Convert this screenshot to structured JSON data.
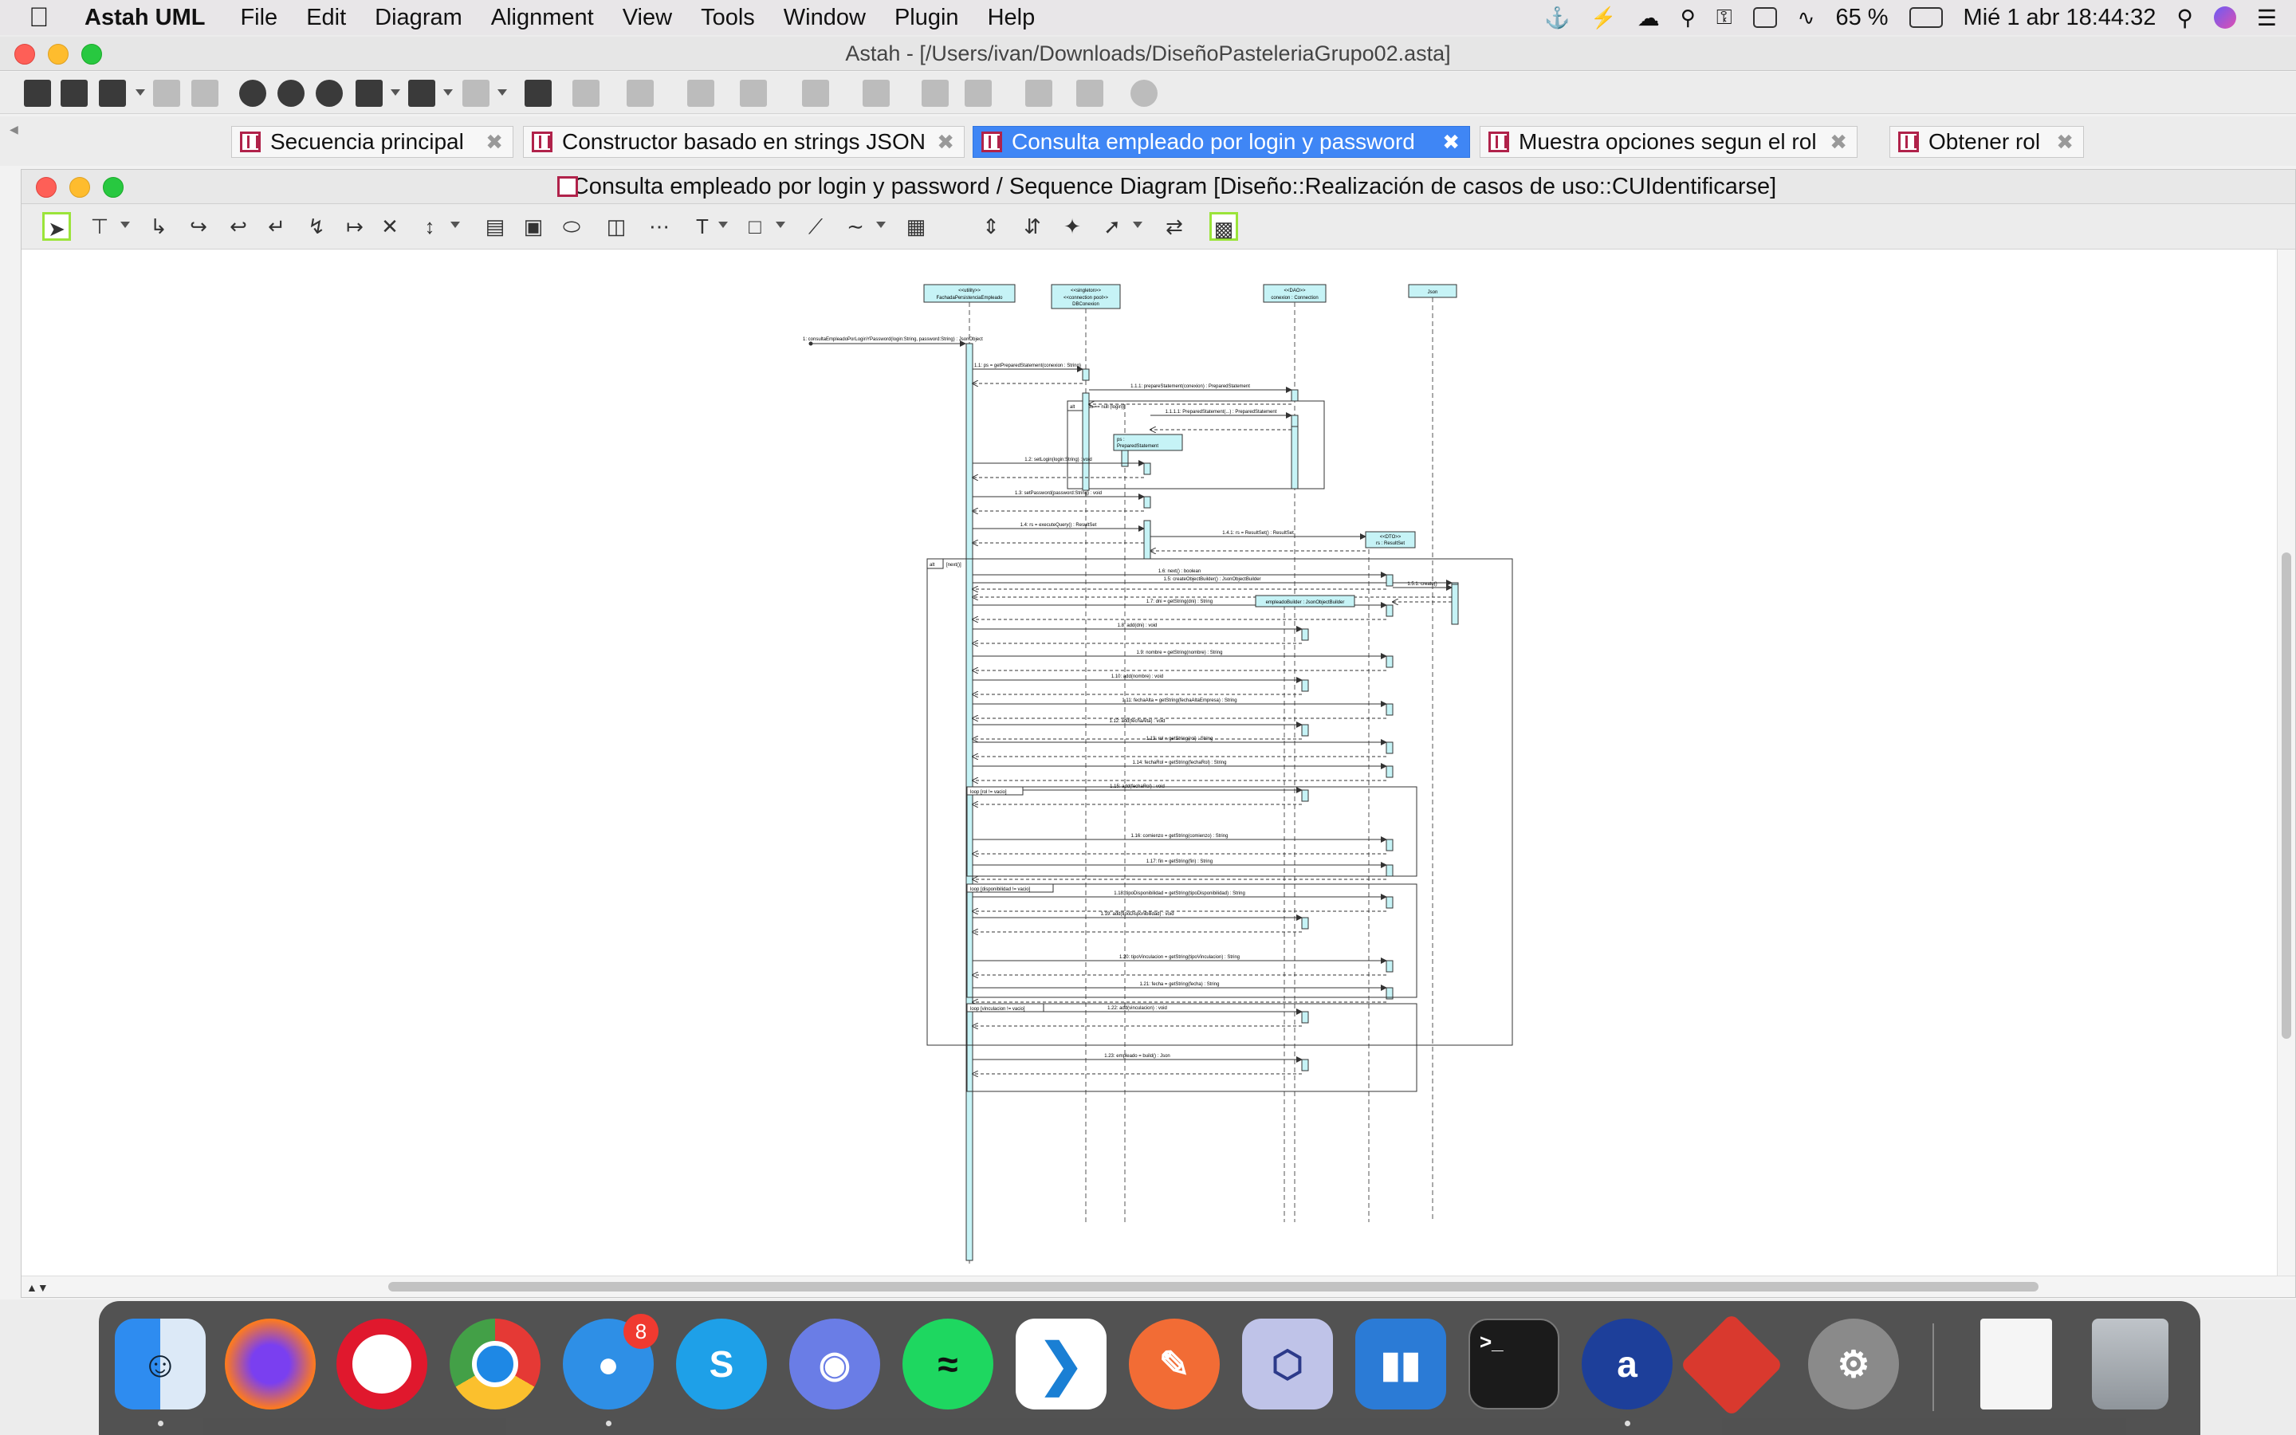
{
  "menubar": {
    "app_name": "Astah UML",
    "items": [
      "File",
      "Edit",
      "Diagram",
      "Alignment",
      "View",
      "Tools",
      "Window",
      "Plugin",
      "Help"
    ],
    "battery": "65 %",
    "datetime": "Mié 1 abr  18:44:32"
  },
  "window": {
    "title": "Astah - [/Users/ivan/Downloads/DiseñoPasteleriaGrupo02.asta]"
  },
  "tabs": [
    {
      "label": "Secuencia principal",
      "active": false
    },
    {
      "label": "Constructor basado en strings JSON",
      "active": false
    },
    {
      "label": "Consulta empleado por login y password",
      "active": true
    },
    {
      "label": "Muestra opciones segun el rol",
      "active": false
    },
    {
      "label": "Obtener rol",
      "active": false
    }
  ],
  "diagram": {
    "title": "Consulta empleado por login y password / Sequence Diagram [Diseño::Realización de casos de uso::CUIdentificarse]",
    "lifelines": [
      {
        "stereotype": "<<utility>>",
        "name": "FachadaPersistenciaEmpleado"
      },
      {
        "stereotype": "<<singleton>>",
        "name": "<<connection pool>>\nDBConexion"
      },
      {
        "stereotype": "<<DAO>>",
        "name": "conexion : Connection"
      },
      {
        "stereotype": "",
        "name": "Json"
      }
    ],
    "entry_message": "1: consultaEmpleadoPorLoginYPassword(login:String, password:String) : JsonObject",
    "messages": [
      "1.1: ps = getPreparedStatement(conexion : String)",
      "1.1.1: prepareStatement(conexion) : PreparedStatement",
      "1.1.1.1: PreparedStatement(...) : PreparedStatement",
      "1.2: setLogin(login:String) : void",
      "1.3: setPassword(password:String) : void",
      "1.4: rs = executeQuery() : ResultSet",
      "1.4.1: rs = ResultSet() : ResultSet",
      "1.5: createObjectBuilder() : JsonObjectBuilder",
      "1.5.1: create()",
      "1.6: next() : boolean",
      "1.7: dni = getString(dni) : String",
      "1.8: add(dni) : void",
      "1.9: nombre = getString(nombre) : String",
      "1.10: add(nombre) : void",
      "1.11: fechaAlta = getString(fechaAltaEmpresa) : String",
      "1.12: add(fechaAlta) : void",
      "1.13: rol = getString(rol) : String",
      "1.14: fechaRol = getString(fechaRol) : String",
      "1.15: add(fechaRol) : void",
      "1.16: comienzo = getString(comienzo) : String",
      "1.17: fin = getString(fin) : String",
      "1.18: tipoDisponibilidad = getString(tipoDisponibilidad) : String",
      "1.19: add(tipoDisponibilidad) : void",
      "1.20: tipoVinculacion = getString(tipoVinculacion) : String",
      "1.21: fecha = getString(fecha) : String",
      "1.22: add(vinculacion) : void",
      "1.23: empleado = build() : Json"
    ],
    "fragments": {
      "alt_label": "alt",
      "alt_guard": "[ps == null (login)]",
      "opt_label": "alt",
      "opt_guard": "[next()]",
      "loop1": "loop [rol != vacio]",
      "loop2": "loop [disponibilidad != vacio]",
      "loop3": "loop [vinculacion != vacio]"
    },
    "created_objects": {
      "ps": "ps : PreparedStatement",
      "rs": "<<DTO>>\nrs : ResultSet",
      "builder": "empleadoBuilder : JsonObjectBuilder"
    }
  },
  "dock": {
    "apps": [
      "Finder",
      "Firefox",
      "Opera",
      "Chrome",
      "Tweetbot",
      "Skype",
      "Discord",
      "Spotify",
      "VS Code",
      "Postman",
      "Virtual Box",
      "Trello",
      "Terminal",
      "Astah",
      "Git",
      "System Preferences",
      "Document",
      "Trash"
    ],
    "tweetbot_badge": "8"
  },
  "colors": {
    "accent": "#3f86f5",
    "lifeline_head": "#c6f3f6",
    "activation": "#c6f3f6",
    "tab_icon": "#b0224a"
  }
}
